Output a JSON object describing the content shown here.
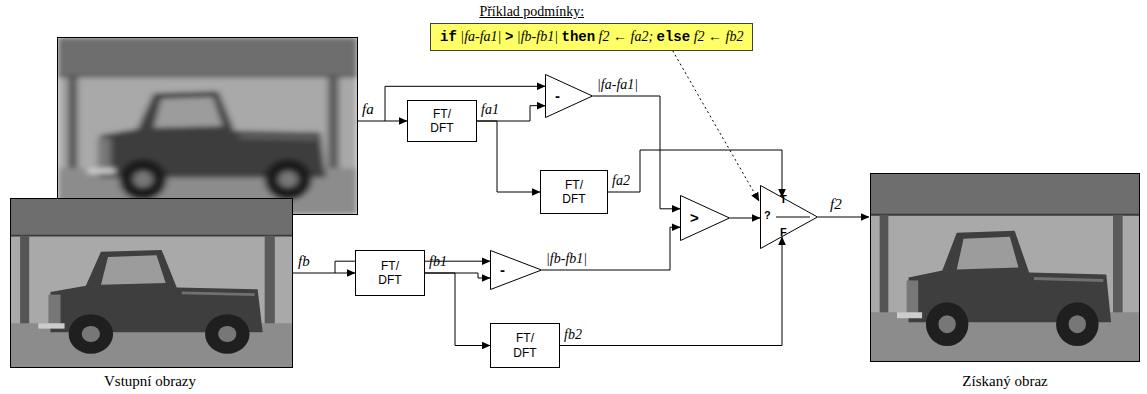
{
  "diagram": {
    "nodes": [
      {
        "text": [
          "Příklad podmínky:",
          "if |fa-fa1| > |fb-fb1| then f2 ← fa2; else f2 ← fb2"
        ]
      },
      {
        "text": [
          "FT/ DFT"
        ]
      },
      {
        "text": [
          "-"
        ]
      },
      {
        "text": [
          "FT/ DFT"
        ]
      },
      {
        "text": [
          ">"
        ]
      },
      {
        "text": [
          "?",
          "T",
          "F"
        ]
      },
      {
        "text": [
          "FT/ DFT"
        ]
      },
      {
        "text": [
          "-"
        ]
      },
      {
        "text": [
          "FT/ DFT"
        ]
      }
    ],
    "edges": [
      {
        "from": 1,
        "to": 3,
        "arrow": "to"
      },
      {
        "from": 1,
        "to": 2,
        "label": "fa1",
        "arrow": "to"
      },
      {
        "from": 2,
        "to": 4,
        "label": "|fa-fa1|",
        "arrow": "to"
      },
      {
        "from": 3,
        "to": 5,
        "label": "fa2",
        "arrow": "to"
      },
      {
        "from": 4,
        "to": 5,
        "arrow": "to"
      },
      {
        "from": 6,
        "to": 8,
        "arrow": "to"
      },
      {
        "from": 6,
        "to": 7,
        "label": "fb1",
        "arrow": "to"
      },
      {
        "from": 7,
        "to": 4,
        "label": "|fb-fb1|",
        "arrow": "to"
      },
      {
        "from": 8,
        "to": 5,
        "label": "fb2",
        "arrow": "to"
      },
      {
        "from": 0,
        "to": 5,
        "arrow": "to"
      }
    ],
    "labels": [
      "fa",
      "fb",
      "f2",
      "Vstupní obrazy",
      "Získaný obraz"
    ]
  }
}
